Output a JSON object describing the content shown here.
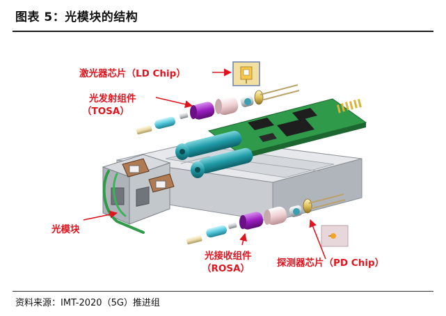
{
  "header": {
    "title": "图表 5：光模块的结构"
  },
  "footer": {
    "source": "资料来源：IMT-2020（5G）推进组"
  },
  "labels": {
    "ld_chip": "激光器芯片（LD Chip）",
    "tosa_cn": "光发射组件",
    "tosa_en": "（TOSA）",
    "module": "光模块",
    "rosa_cn": "光接收组件",
    "rosa_en": "（ROSA）",
    "pd_chip": "探测器芯片（PD Chip）"
  },
  "colors": {
    "label_red": "#e0141e",
    "pcb_green": "#2e9a4a",
    "tosa_purple": "#9b1ec0",
    "rosa_purple": "#a020c8",
    "receptacle_teal": "#1f9aa6",
    "housing_grey": "#c9cdd2"
  }
}
